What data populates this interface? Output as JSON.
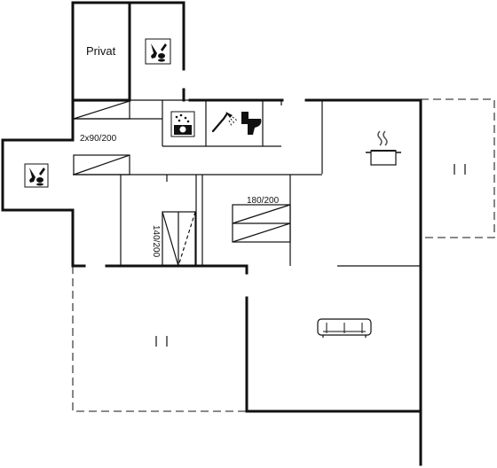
{
  "rooms": {
    "private_label": "Privat",
    "bed_1": "2x90/200",
    "bed_2": "180/200",
    "bed_3": "140/200"
  },
  "icons": {
    "sauna_top": "sauna-icon",
    "sauna_left": "sauna-icon",
    "washer": "washing-machine-icon",
    "shower": "shower-icon",
    "toilet": "toilet-icon",
    "kitchen": "cooking-pot-icon",
    "sofa": "sofa-icon",
    "terrace_right": "terrace-icon",
    "terrace_bottom": "terrace-icon"
  }
}
